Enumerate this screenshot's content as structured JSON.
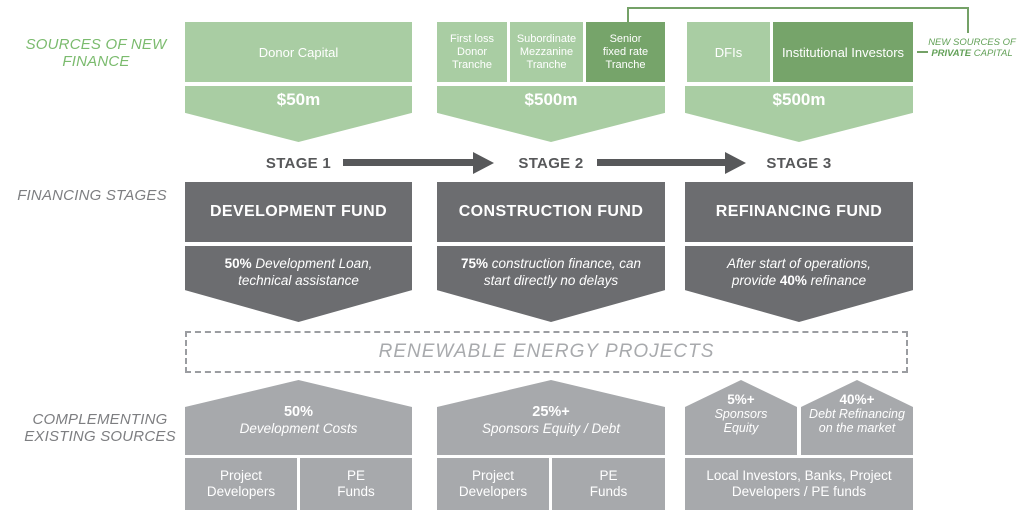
{
  "left_labels": {
    "sources_of_new_finance": "SOURCES OF NEW FINANCE",
    "financing_stages": "FINANCING STAGES",
    "complementing_existing_sources": "COMPLEMENTING EXISTING SOURCES"
  },
  "colors": {
    "light_green": "#a9cda3",
    "dark_green": "#76a46a",
    "green_label": "#7bbb6e",
    "dark_gray": "#6c6d70",
    "mid_gray": "#a7a9ac",
    "stage_gray": "#57585a"
  },
  "top_row": {
    "col1": {
      "boxes": [
        {
          "label": "Donor Capital"
        }
      ],
      "amount": "$50m"
    },
    "col2": {
      "boxes": [
        {
          "label": "First loss Donor Tranche"
        },
        {
          "label": "Subordinate Mezzanine Tranche"
        },
        {
          "label": "Senior fixed rate Tranche"
        }
      ],
      "amount": "$500m"
    },
    "col3": {
      "boxes": [
        {
          "label": "DFIs"
        },
        {
          "label": "Institutional Investors"
        }
      ],
      "amount": "$500m"
    },
    "annotation": {
      "line1": "NEW SOURCES OF",
      "line2_bold": "PRIVATE",
      "line2_rest": " CAPITAL"
    }
  },
  "stage_row": {
    "stage1": "STAGE 1",
    "stage2": "STAGE 2",
    "stage3": "STAGE 3"
  },
  "funds": [
    {
      "name": "DEVELOPMENT FUND",
      "desc_pre": "",
      "desc_bold": "50%",
      "desc_post": " Development Loan, technical assistance"
    },
    {
      "name": "CONSTRUCTION FUND",
      "desc_pre": "",
      "desc_bold": "75%",
      "desc_post": " construction finance, can start directly no delays"
    },
    {
      "name": "REFINANCING FUND",
      "desc_pre": "After start of operations, provide ",
      "desc_bold": "40%",
      "desc_post": " refinance"
    }
  ],
  "projects_box": {
    "label": "RENEWABLE ENERGY PROJECTS"
  },
  "bottom": {
    "col1": {
      "house_pct": "50%",
      "house_desc": "Development Costs",
      "box1": "Project Developers",
      "box2": "PE Funds"
    },
    "col2": {
      "house_pct": "25%+",
      "house_desc": "Sponsors Equity / Debt",
      "box1": "Project Developers",
      "box2": "PE Funds"
    },
    "col3": {
      "house_a_pct": "5%+",
      "house_a_desc": "Sponsors Equity",
      "house_b_pct": "40%+",
      "house_b_desc": "Debt Refinancing on the market",
      "box": "Local Investors, Banks, Project Developers / PE funds"
    }
  }
}
